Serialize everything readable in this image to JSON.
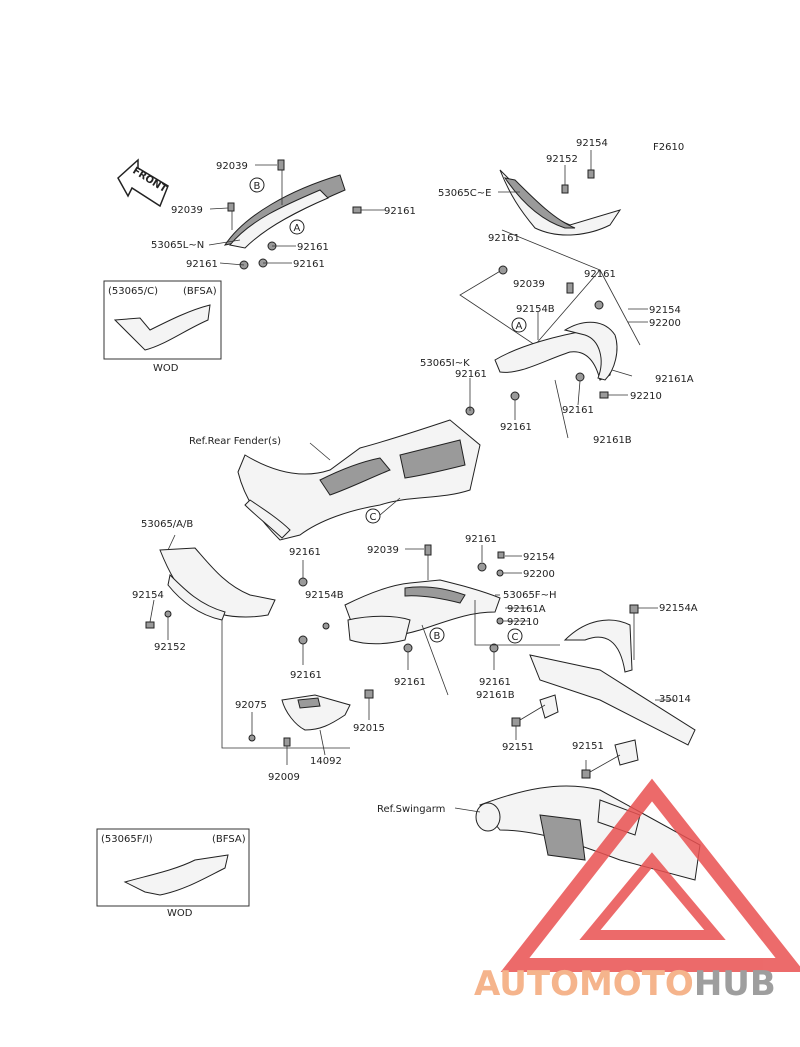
{
  "figure_code": "F2610",
  "front_label": "FRONT",
  "circle_markers": {
    "a": "A",
    "b": "B",
    "c": "C"
  },
  "labels": {
    "p92039_top": "92039",
    "p92039_left": "92039",
    "p53065LN": "53065L~N",
    "p92161_l1": "92161",
    "p92161_l2": "92161",
    "p92161_l3": "92161",
    "p92161_l4": "92161",
    "p92154_top": "92154",
    "p92152_top": "92152",
    "p53065CE": "53065C~E",
    "p92161_r1": "92161",
    "p92039_mid": "92039",
    "p92161_r2": "92161",
    "p92154B_top": "92154B",
    "p92154_r": "92154",
    "p92200_r": "92200",
    "p53065IK": "53065I~K",
    "p92161A_r": "92161A",
    "p92161_r3": "92161",
    "p92210_r": "92210",
    "p92161_r4": "92161",
    "p92161_r5": "92161",
    "p92161B_r": "92161B",
    "ref_rear_fender": "Ref.Rear Fender(s)",
    "p53065AB": "53065/A/B",
    "p92161_m1": "92161",
    "p92154_l": "92154",
    "p92154B_m": "92154B",
    "p92152_l": "92152",
    "p92161_m2": "92161",
    "p92039_low": "92039",
    "p92161_m3": "92161",
    "p92154_m": "92154",
    "p92200_m": "92200",
    "p53065FH": "53065F~H",
    "p92161A_m": "92161A",
    "p92210_m": "92210",
    "p92161_m4": "92161",
    "p92161_m5": "92161",
    "p92161B_m": "92161B",
    "p92154A": "92154A",
    "p35014": "35014",
    "p92075": "92075",
    "p92015": "92015",
    "p14092": "14092",
    "p92009": "92009",
    "p92151_a": "92151",
    "p92151_b": "92151",
    "ref_swingarm": "Ref.Swingarm"
  },
  "insets": {
    "top": {
      "code": "(53065/C)",
      "variant": "(BFSA)",
      "caption": "WOD"
    },
    "bottom": {
      "code": "(53065F/I)",
      "variant": "(BFSA)",
      "caption": "WOD"
    }
  },
  "watermark": {
    "part1": "AUTOMOTO",
    "part2": "HUB",
    "color1": "#f5b48c",
    "color2": "#9e9e9e",
    "triangle_color": "#e95151"
  }
}
